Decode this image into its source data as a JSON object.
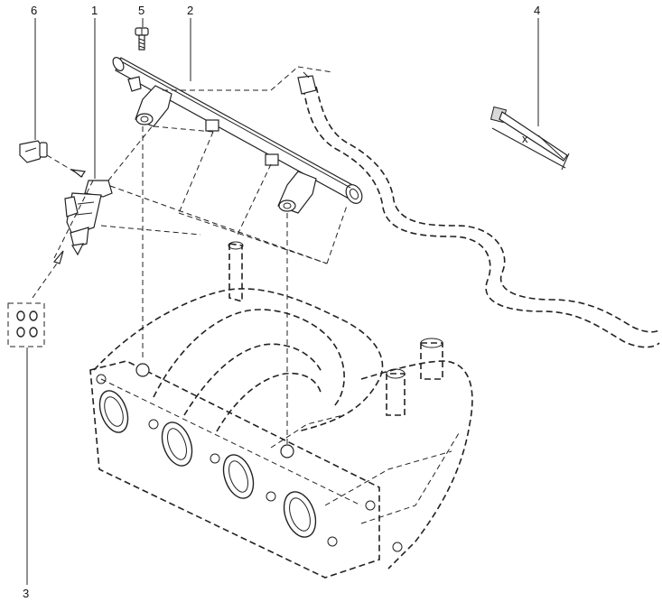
{
  "callouts": {
    "c1": "1",
    "c2": "2",
    "c3": "3",
    "c4": "4",
    "c5": "5",
    "c6": "6"
  },
  "tool_mark": "x",
  "colors": {
    "ink": "#222222",
    "background": "#ffffff",
    "shade": "#d8d8d8"
  },
  "parts": [
    "fuel-rail",
    "fuel-injector",
    "injector-seals",
    "cable-tie",
    "rail-bolt",
    "injector-clip",
    "fuel-hose",
    "intake-manifold"
  ]
}
